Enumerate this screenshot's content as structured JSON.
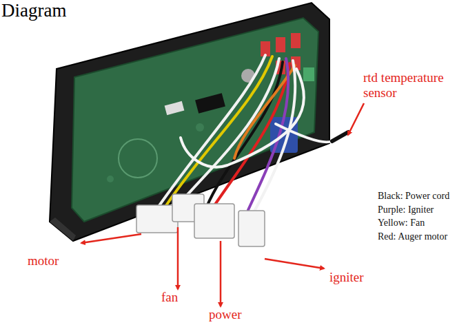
{
  "diagram": {
    "title": "Diagram",
    "labels": [
      "rtd temperature sensor",
      "Black: Power cord",
      "Purple: Igniter",
      "Yellow: Fan",
      "Red: Auger motor",
      "motor",
      "fan",
      "power",
      "igniter"
    ]
  }
}
